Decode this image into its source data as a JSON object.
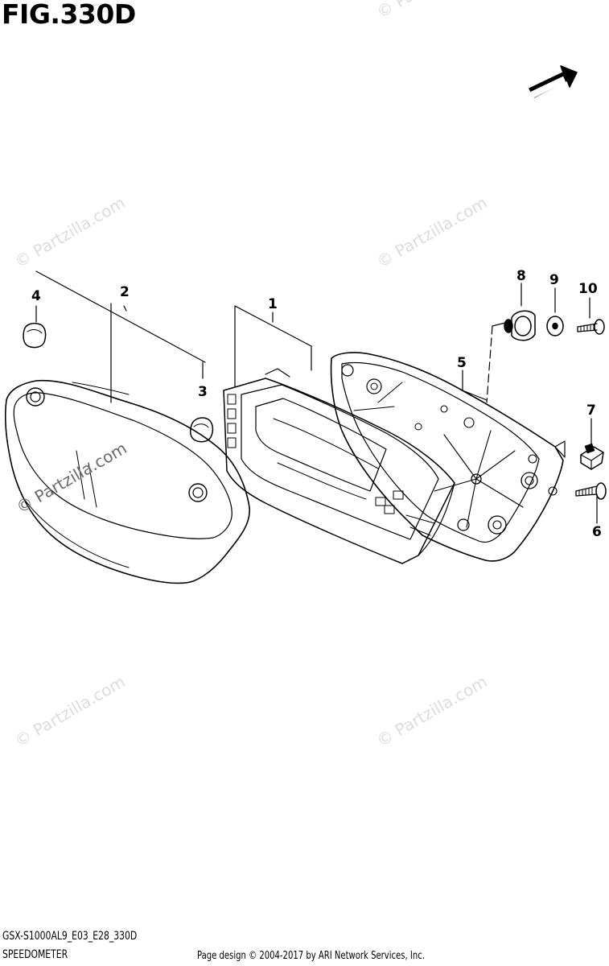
{
  "figure": {
    "title": "FIG.330D",
    "direction_label": "FWD"
  },
  "callouts": [
    {
      "id": "1",
      "label": "1"
    },
    {
      "id": "2",
      "label": "2"
    },
    {
      "id": "3",
      "label": "3"
    },
    {
      "id": "4",
      "label": "4"
    },
    {
      "id": "5",
      "label": "5"
    },
    {
      "id": "6",
      "label": "6"
    },
    {
      "id": "7",
      "label": "7"
    },
    {
      "id": "8",
      "label": "8"
    },
    {
      "id": "9",
      "label": "9"
    },
    {
      "id": "10",
      "label": "10"
    }
  ],
  "watermark": "© Partzilla.com",
  "footer": {
    "model_code": "GSX-S1000AL9_E03_E28_330D",
    "section": "SPEEDOMETER",
    "copyright": "Page design © 2004-2017 by ARI Network Services, Inc."
  }
}
